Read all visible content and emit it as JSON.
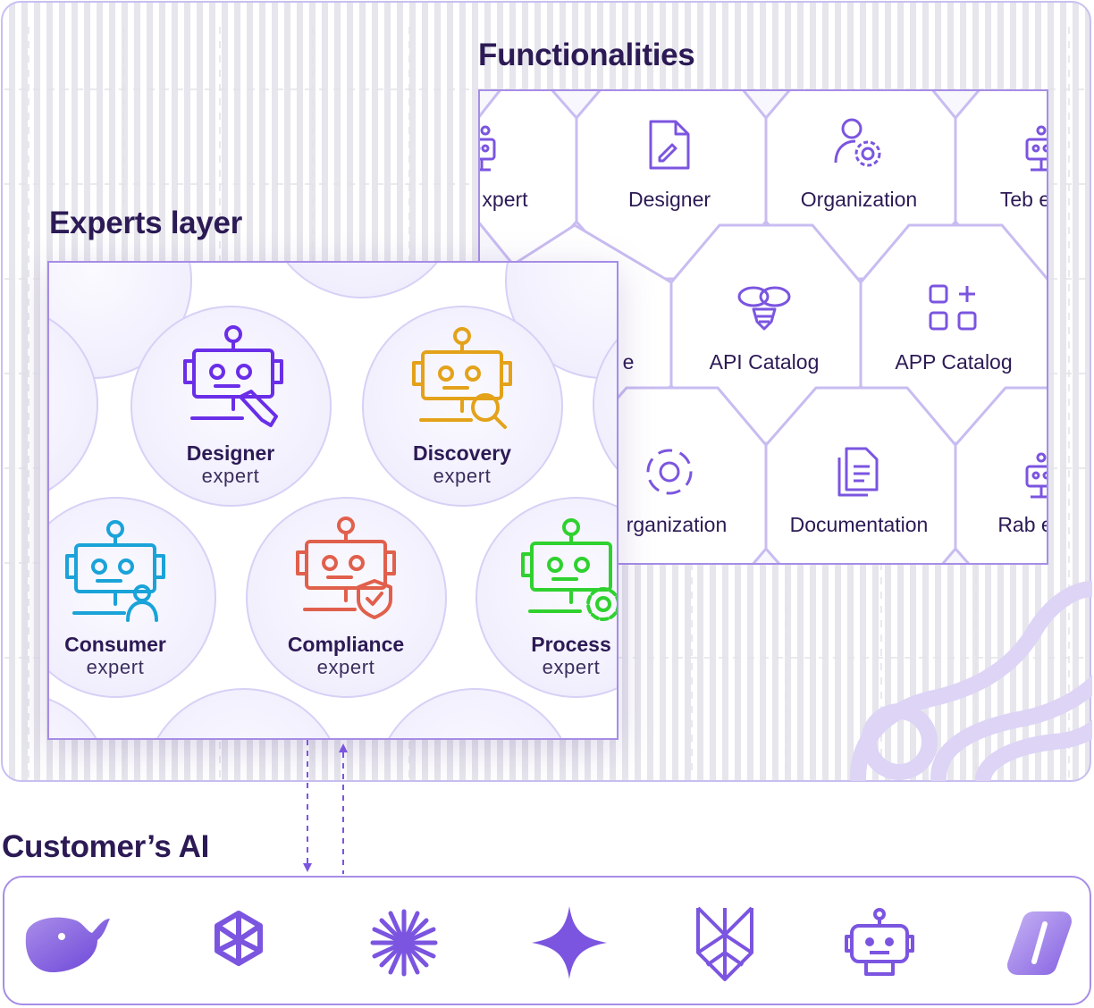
{
  "headings": {
    "functionalities": "Functionalities",
    "experts_layer": "Experts layer",
    "customers_ai": "Customer’s AI"
  },
  "functionalities": {
    "items": [
      {
        "label": "xpert",
        "icon": "robot-icon"
      },
      {
        "label": "Designer",
        "icon": "document-edit-icon"
      },
      {
        "label": "Organization",
        "icon": "user-gear-icon"
      },
      {
        "label": "Teb e",
        "icon": "robot-icon"
      },
      {
        "label": "e",
        "icon": ""
      },
      {
        "label": "API Catalog",
        "icon": "bee-icon"
      },
      {
        "label": "APP Catalog",
        "icon": "apps-grid-icon"
      },
      {
        "label": "rganization",
        "icon": "orbit-icon"
      },
      {
        "label": "Documentation",
        "icon": "documents-icon"
      },
      {
        "label": "Rab e",
        "icon": "robot-icon"
      }
    ]
  },
  "experts": [
    {
      "title": "Designer",
      "subtitle": "expert",
      "color": "#6a2ee8",
      "icon": "robot-pencil-icon"
    },
    {
      "title": "Discovery",
      "subtitle": "expert",
      "color": "#e3a21a",
      "icon": "robot-magnifier-icon"
    },
    {
      "title": "Consumer",
      "subtitle": "expert",
      "color": "#1aa3d8",
      "icon": "robot-users-icon"
    },
    {
      "title": "Compliance",
      "subtitle": "expert",
      "color": "#e0604c",
      "icon": "robot-shield-icon"
    },
    {
      "title": "Process",
      "subtitle": "expert",
      "color": "#2fd12f",
      "icon": "robot-gear-icon"
    }
  ],
  "customers_ai": {
    "logos": [
      "whale-logo-icon",
      "openai-logo-icon",
      "starburst-logo-icon",
      "sparkle-logo-icon",
      "arrow-lattice-logo-icon",
      "robot-logo-icon",
      "copilot-logo-icon"
    ]
  },
  "colors": {
    "accent": "#7b55e0",
    "border": "#a68de6",
    "heading": "#2c1a55"
  }
}
